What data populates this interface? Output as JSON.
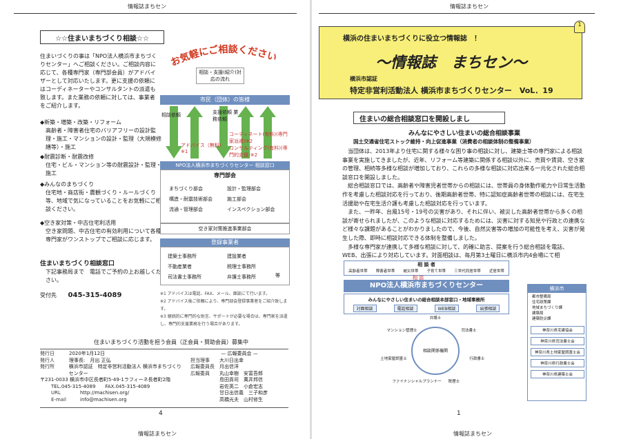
{
  "left": {
    "running_head": "情報誌まちセン",
    "running_foot": "情報誌まちセン",
    "page_number": "4",
    "section_title": "☆☆住まいまちづくり相談☆☆",
    "intro": "住まいづくりの事は「NPO法人横浜市まちづくりセンター」へご相談ください。ご相談内容に応じて、各種専門家（専門部会員）がアドバイザーとして対応いたします。更に支援の依頼にはコーディネーターやコンサルタントの派遣も致します。また業務の依頼に対しては、事業者をご紹介します。",
    "services": [
      {
        "head": "◆新築・増築・改築・リフォーム",
        "body": "高齢者・障害者住宅のバリアフリーの設計監理・施工・マンションの設計・監理（大規模修繕等）・施工"
      },
      {
        "head": "◆耐震診断・耐震改修",
        "body": "住宅・ビル・マンション等の耐震設計・監理・施工"
      },
      {
        "head": "◆みんなのまちづくり",
        "body": "住宅地・商店街・農観づくり・ルールづくり等、地域で気になっていることをお気軽にご相談ください。"
      },
      {
        "head": "◆空き家対策・中古住宅利活用",
        "body": "空き家問題、中古住宅の有効利用について各種専門家がワンストップでご相談に応じます。"
      }
    ],
    "consult_title": "住まいまちづくり相談窓口",
    "consult_body": "下記事務局まで　電話でご予約の上お越しください。",
    "tel_label": "受付先",
    "tel_number": "045-315-4089",
    "callout": "お気軽にご相談ください",
    "flow_note": "相談・支援(紹介)対応の流れ",
    "diagram": {
      "citizens": "市民（団体）の皆様",
      "arrow_request": "相談依頼",
      "arrow_support": "支援依頼\n業務依頼",
      "advice": "アドバイス（無料）※1",
      "coordinate": "コーディネート(有料)(専門家派遣)※2",
      "consulting": "コンサルティング(有料)(専門的支援)※2",
      "center": "NPO法人横浜市まちづくりセンター 相談窓口",
      "divisions_title": "専門部会",
      "divisions": [
        "まちづくり部会",
        "構造・耐震技術部会",
        "流通・管理部会",
        "設計・監理部会",
        "施工部会",
        "インスペクション部会"
      ],
      "vacant": "空き家対策推進事業部会",
      "registered_title": "登録事業者",
      "registered": [
        "建築士事務所",
        "不動産業者",
        "司法書士事務所",
        "建設業者",
        "税理士事務所",
        "弁護士事務所",
        "等"
      ]
    },
    "notes": [
      "※1 アドバイスは電話、FAX、メール、面談にて行います。",
      "※2 アドバイス後ご依頼により、専門部会登録事業者をご紹介致します。",
      "※3 継続的に専門的な助言、サポートが必要な場合は、専門家を派遣し、専門的支援業務を行う場合があります。"
    ],
    "members_title": "住まいまちづくり活動を担う会員（正会員・賛助会員）募集中",
    "colophon": {
      "issued": {
        "k": "発行日",
        "v": "2020年1月12日"
      },
      "publisher": {
        "k": "発行人",
        "v": "理事長:　月出 正弘"
      },
      "office": {
        "k": "発行所",
        "v": "横浜市認証　特定非営利活動法人 横浜市まちづくりセンター"
      },
      "address": "〒231-0033 横浜市中区長者町5-49-1ラフィーネ長者町2階",
      "tel": "TEL.045-315-4089　　FAX.045-315-4089",
      "url": {
        "k": "URL",
        "v": "http://machisen.org/"
      },
      "email": {
        "k": "E-mail",
        "v": "info@machisen.org"
      },
      "committee_title": "— 広報委員会 —",
      "committee": [
        {
          "k": "担当理事",
          "v": "大川日出幸"
        },
        {
          "k": "広報委員長",
          "v": "月出信洋"
        },
        {
          "k": "広報委員",
          "v": "丸山幸樹　安富吾郎"
        },
        {
          "k": "",
          "v": "島田貢司　萬井邦信"
        },
        {
          "k": "",
          "v": "岩佐英二　小倉宏志"
        },
        {
          "k": "",
          "v": "甘日出信義　三子和彦"
        },
        {
          "k": "",
          "v": "高橋光夫　山村修生"
        }
      ]
    }
  },
  "right": {
    "running_head": "情報誌まちセン",
    "running_foot": "情報誌まちセン",
    "page_number": "1",
    "corner_mark": "1",
    "banner_top": "横浜の住まいまちづくりに役立つ情報誌　！",
    "banner_main": "～情報誌　まちセン～",
    "banner_cert": "横浜市認証",
    "banner_org": "特定非営利活動法人 横浜市まちづくりセンター　VoL．19",
    "box_title": "住まいの総合相談窓口を開設しまし",
    "sub_head": "みんなにやさしい住まいの総合相談事業",
    "sub_head2": "国土交通省住宅ストック維持・向上促進事業（消費者の相談体制の整備事業）",
    "paragraphs": [
      "当団体は、2013年より住宅に関する様々な困り事の相談に対し、建築士等の専門家による相談事業を実施してきましたが、近年、リフォーム等建築に関係する相談以外に、売買や賃貸、空き家の管理、相続等多様な相談が増加しており、これらの多様な相談に対応出来る一元化された総合相談窓口を開設しました。",
      "総合相談窓口では、高齢者や障害児者世帯からの相談には、世帯員の身体動作能力や日常生活動作を考慮した相談対応を行っており、後期高齢者世帯、特に認知症高齢者世帯の相談には、在宅生活援助や在宅生活介護も考慮した相談対応を行っています。",
      "また、一昨年、台風15号・19号の災害があり、それに伴い、被災した高齢者世帯から多くの相談が寄せられましたが、このような相談に対応するためには、災害に対する知見や行政との連携など様々な課題があることがわかりましたので、今後、自然災害等の増加の可能性を考え、災害が発生した際、即時に相談対応できる体制を整備しました。",
      "多様な専門家が連携して多様な相談に対して、的確に助言、提案を行う総合相談を電話、WEB、出張により対応しています。対面相談は、毎月第3土曜日に横浜市内4会場にて相"
    ],
    "rdiag": {
      "client": "相 談 者",
      "clients": [
        "高齢者世帯",
        "障害者世帯",
        "被災世帯",
        "子育て世帯",
        "三世代同居世帯",
        "近居世帯"
      ],
      "consult": "相 談",
      "title": "NPO法人横浜市まちづくりセンター",
      "hub": "みんなにやさしい住まいの総合相談本部窓口・地域事務所",
      "channels": [
        "対面相談",
        "電話相談",
        "WEB相談",
        "出張相談"
      ],
      "city": "横浜市",
      "city_items": [
        "都市整備局",
        "住宅政策課",
        "地域まちづくり課",
        "建築局",
        "建築防災課"
      ],
      "partners": [
        "神奈川県宅建協会",
        "神奈川県司法書士会",
        "神奈川県土地家屋調査士会",
        "神奈川県行政書士会",
        "神奈川県建築士会"
      ],
      "expert_label": "相談関係機関",
      "ring": [
        "弁護士",
        "司法書士",
        "行政書士",
        "税理士",
        "ファイナンシャルプランナー",
        "土地家屋調査士",
        "マンション管理士"
      ]
    }
  }
}
